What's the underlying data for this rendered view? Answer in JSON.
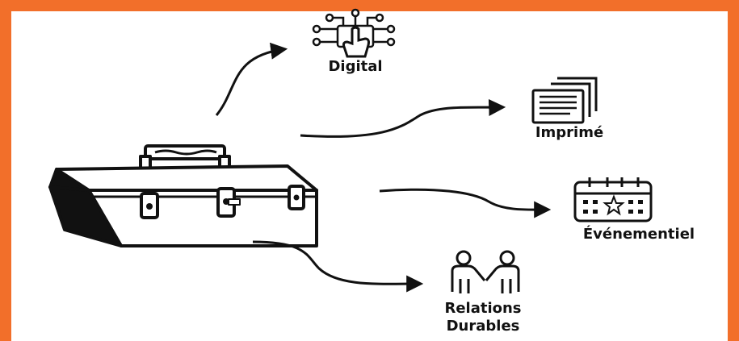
{
  "colors": {
    "border": "#f26f2a",
    "ink": "#111111"
  },
  "nodes": [
    {
      "id": "digital",
      "label": "Digital",
      "icon": "touch-circuit-icon"
    },
    {
      "id": "imprime",
      "label": "Imprimé",
      "icon": "printed-documents-icon"
    },
    {
      "id": "event",
      "label": "Événementiel",
      "icon": "calendar-star-icon"
    },
    {
      "id": "relations",
      "label": "Relations\nDurables",
      "icon": "handshake-people-icon"
    }
  ],
  "center": {
    "icon": "toolbox-icon"
  }
}
